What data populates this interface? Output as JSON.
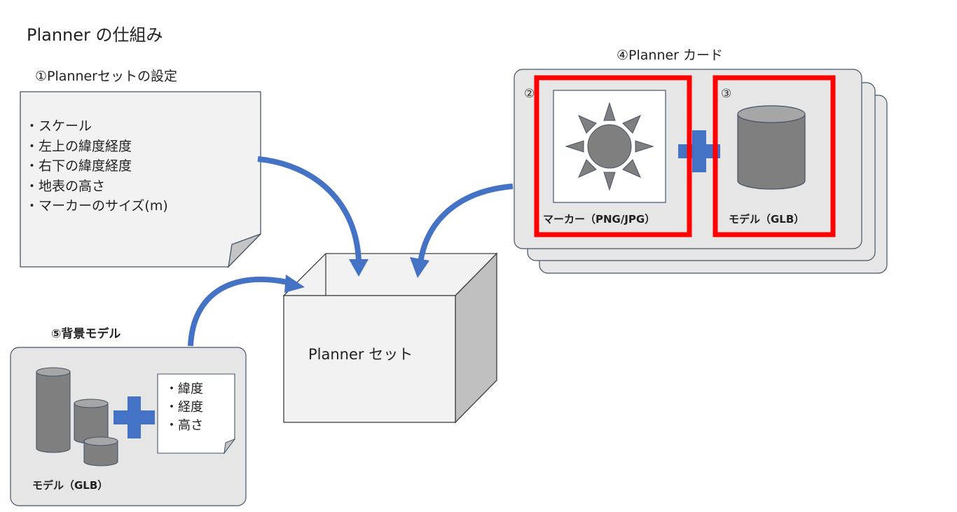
{
  "page": {
    "title": "Planner の仕組み"
  },
  "settings": {
    "title": "①Plannerセットの設定",
    "items": [
      "・スケール",
      "・左上の緯度経度",
      "・右下の緯度経度",
      "・地表の高さ",
      "・マーカーのサイズ(m)"
    ]
  },
  "planner_set": {
    "label": "Planner セット"
  },
  "cards": {
    "title": "④Planner カード",
    "marker": {
      "number": "②",
      "label": "マーカー（PNG/JPG）",
      "icon": "sun-icon"
    },
    "model": {
      "number": "③",
      "label": "モデル（GLB）",
      "icon": "cylinder-icon"
    }
  },
  "background_model": {
    "title": "⑤背景モデル",
    "model_label": "モデル（GLB）",
    "attributes": [
      "・緯度",
      "・経度",
      "・高さ"
    ]
  },
  "colors": {
    "arrow": "#4472c4",
    "highlight": "#ff0000",
    "shape_fill": "#7f7f7f",
    "panel_fill": "#e7e6e6",
    "note_fill": "#f2f2f2",
    "border": "#44546a"
  }
}
